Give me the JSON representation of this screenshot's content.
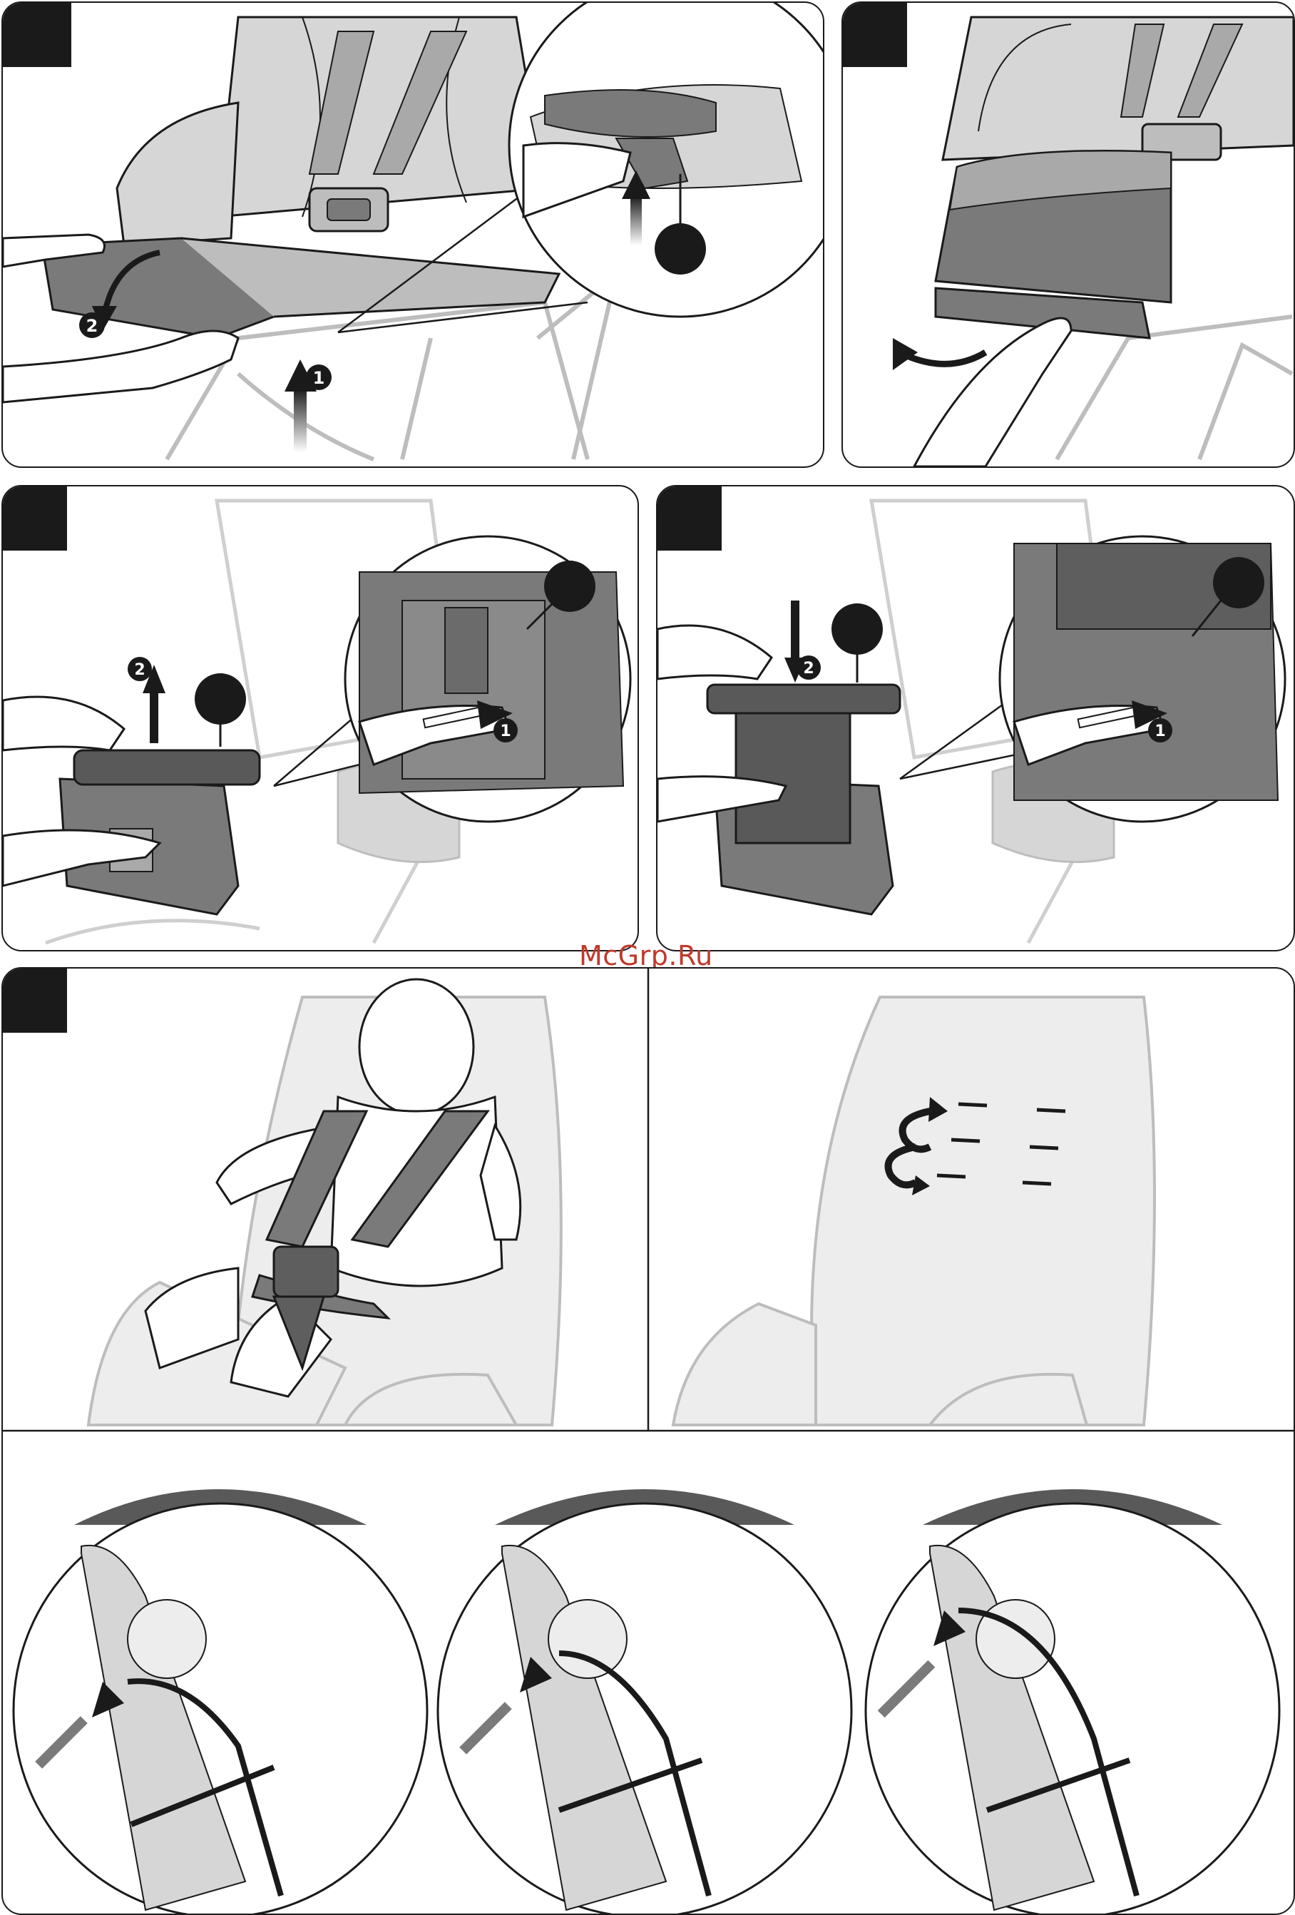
{
  "watermark": "McGrp.Ru",
  "markers": {
    "step1": "1",
    "step2": "2"
  },
  "colors": {
    "ink": "#1a1a1a",
    "seat_dark": "#7a7a7a",
    "seat_mid": "#a9a9a9",
    "seat_light": "#d6d6d6",
    "frame_light": "#e4e4e4",
    "watermark": "#c0392b"
  },
  "icons": [
    "arrow-up-icon",
    "rotate-arrow-icon",
    "hand-icon",
    "push-arrow-icon",
    "strap-height-arrow-icon"
  ]
}
